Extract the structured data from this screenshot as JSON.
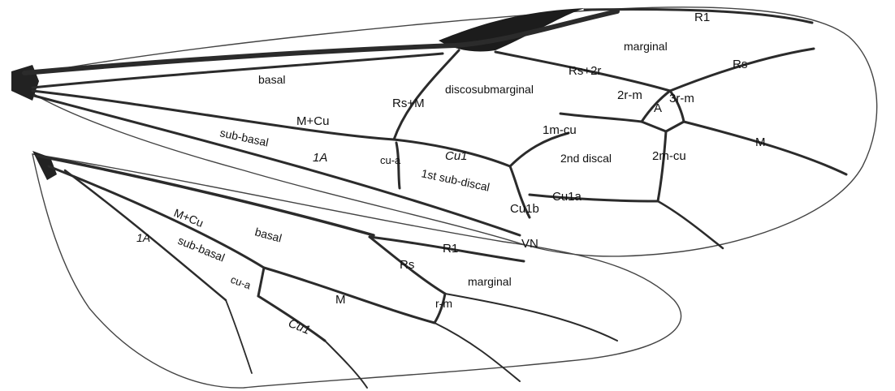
{
  "forewing": {
    "veins": {
      "r1": "R1",
      "rs_2r": "Rs+2r",
      "rs": "Rs",
      "rs_m": "Rs+M",
      "m_cu": "M+Cu",
      "one_a": "1A",
      "cu1": "Cu1",
      "cu_a": "cu-a",
      "one_m_cu": "1m-cu",
      "two_r_m": "2r-m",
      "three_r_m": "3r-m",
      "two_m_cu": "2m-cu",
      "m": "M",
      "cu1a": "Cu1a",
      "cu1b": "Cu1b"
    },
    "cells": {
      "marginal": "marginal",
      "basal": "basal",
      "discosubmarginal": "discosubmarginal",
      "sub_basal": "sub-basal",
      "second_discal": "2nd discal",
      "first_sub_discal": "1st sub-discal",
      "a": "A"
    }
  },
  "hindwing": {
    "veins": {
      "m_cu": "M+Cu",
      "one_a": "1A",
      "r1": "R1",
      "rs": "Rs",
      "cu_a": "cu-a",
      "m": "M",
      "r_m": "r-m",
      "cu1": "Cu1",
      "vn": "VN"
    },
    "cells": {
      "basal": "basal",
      "sub_basal": "sub-basal",
      "marginal": "marginal"
    }
  }
}
